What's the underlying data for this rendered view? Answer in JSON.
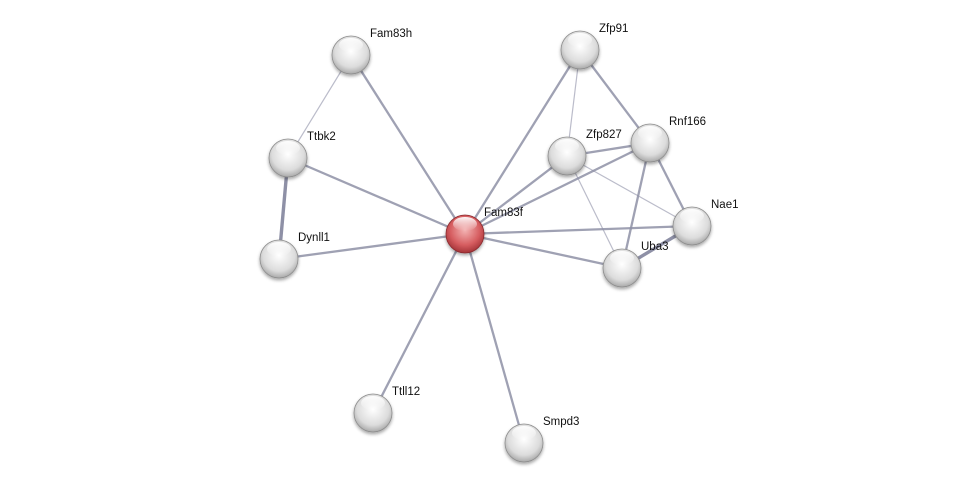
{
  "network": {
    "nodes": [
      {
        "id": "Fam83f",
        "label": "Fam83f",
        "query": true
      },
      {
        "id": "Fam83h",
        "label": "Fam83h"
      },
      {
        "id": "Ttbk2",
        "label": "Ttbk2"
      },
      {
        "id": "Dynll1",
        "label": "Dynll1"
      },
      {
        "id": "Ttll12",
        "label": "Ttll12"
      },
      {
        "id": "Smpd3",
        "label": "Smpd3"
      },
      {
        "id": "Zfp91",
        "label": "Zfp91"
      },
      {
        "id": "Zfp827",
        "label": "Zfp827"
      },
      {
        "id": "Rnf166",
        "label": "Rnf166"
      },
      {
        "id": "Nae1",
        "label": "Nae1"
      },
      {
        "id": "Uba3",
        "label": "Uba3"
      }
    ],
    "edges": [
      {
        "a": "Fam83h",
        "b": "Ttbk2",
        "strength": "weak"
      },
      {
        "a": "Fam83h",
        "b": "Fam83f",
        "strength": "medium"
      },
      {
        "a": "Ttbk2",
        "b": "Fam83f",
        "strength": "medium"
      },
      {
        "a": "Ttbk2",
        "b": "Dynll1",
        "strength": "strong"
      },
      {
        "a": "Dynll1",
        "b": "Fam83f",
        "strength": "medium"
      },
      {
        "a": "Fam83f",
        "b": "Ttll12",
        "strength": "medium"
      },
      {
        "a": "Fam83f",
        "b": "Smpd3",
        "strength": "medium"
      },
      {
        "a": "Fam83f",
        "b": "Zfp91",
        "strength": "medium"
      },
      {
        "a": "Fam83f",
        "b": "Zfp827",
        "strength": "medium"
      },
      {
        "a": "Fam83f",
        "b": "Rnf166",
        "strength": "medium"
      },
      {
        "a": "Fam83f",
        "b": "Nae1",
        "strength": "medium"
      },
      {
        "a": "Fam83f",
        "b": "Uba3",
        "strength": "medium"
      },
      {
        "a": "Zfp91",
        "b": "Zfp827",
        "strength": "weak"
      },
      {
        "a": "Zfp91",
        "b": "Rnf166",
        "strength": "medium"
      },
      {
        "a": "Zfp827",
        "b": "Rnf166",
        "strength": "medium"
      },
      {
        "a": "Zfp827",
        "b": "Uba3",
        "strength": "weak"
      },
      {
        "a": "Zfp827",
        "b": "Nae1",
        "strength": "weak"
      },
      {
        "a": "Rnf166",
        "b": "Nae1",
        "strength": "medium"
      },
      {
        "a": "Rnf166",
        "b": "Uba3",
        "strength": "medium"
      },
      {
        "a": "Uba3",
        "b": "Nae1",
        "strength": "strong"
      }
    ],
    "colors": {
      "query": "#d9595b",
      "node": "#e2e2e2",
      "edge": "#8e90a6"
    }
  }
}
